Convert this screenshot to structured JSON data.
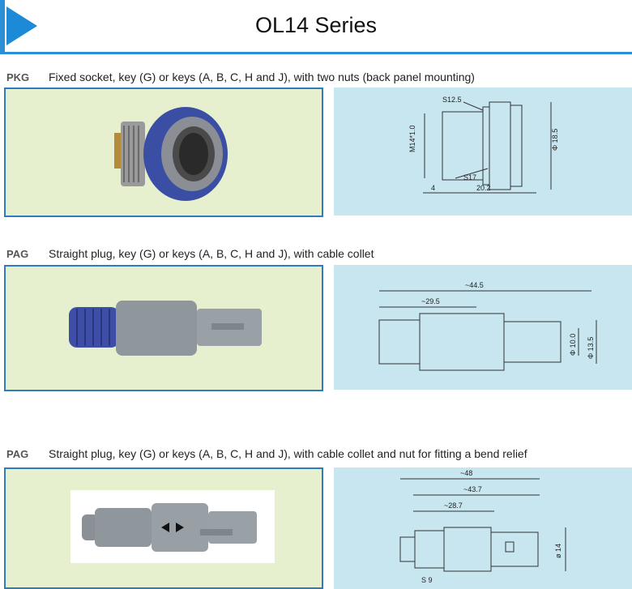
{
  "header": {
    "title": "OL14 Series",
    "arrow_icon": "play-arrow-icon",
    "accent_color": "#1d8ad8"
  },
  "rows": [
    {
      "code": "PKG",
      "description": "Fixed socket, key (G) or keys (A, B, C, H and J), with two nuts (back panel mounting)",
      "dims": {
        "d1": "S12.5",
        "d2": "M14*1.0",
        "d3": "Φ 18.5",
        "d4": "S17",
        "d5": "4",
        "d6": "20.2"
      }
    },
    {
      "code": "PAG",
      "description": "Straight plug, key (G) or keys (A, B, C, H and J), with cable collet",
      "dims": {
        "d1": "~44.5",
        "d2": "~29.5",
        "d3": "Φ 10.0",
        "d4": "Φ 13.5"
      }
    },
    {
      "code": "PAG",
      "description": "Straight plug, key (G) or keys (A, B, C, H and J), with cable collet and nut for fitting a bend relief",
      "dims": {
        "d1": "~48",
        "d2": "~43.7",
        "d3": "~28.7",
        "d4": "ø 14",
        "d5": "S 9"
      }
    }
  ],
  "colors": {
    "photo_bg": "#e6f0cf",
    "drawing_bg": "#c7e6f0",
    "frame": "#2f7bbf"
  }
}
